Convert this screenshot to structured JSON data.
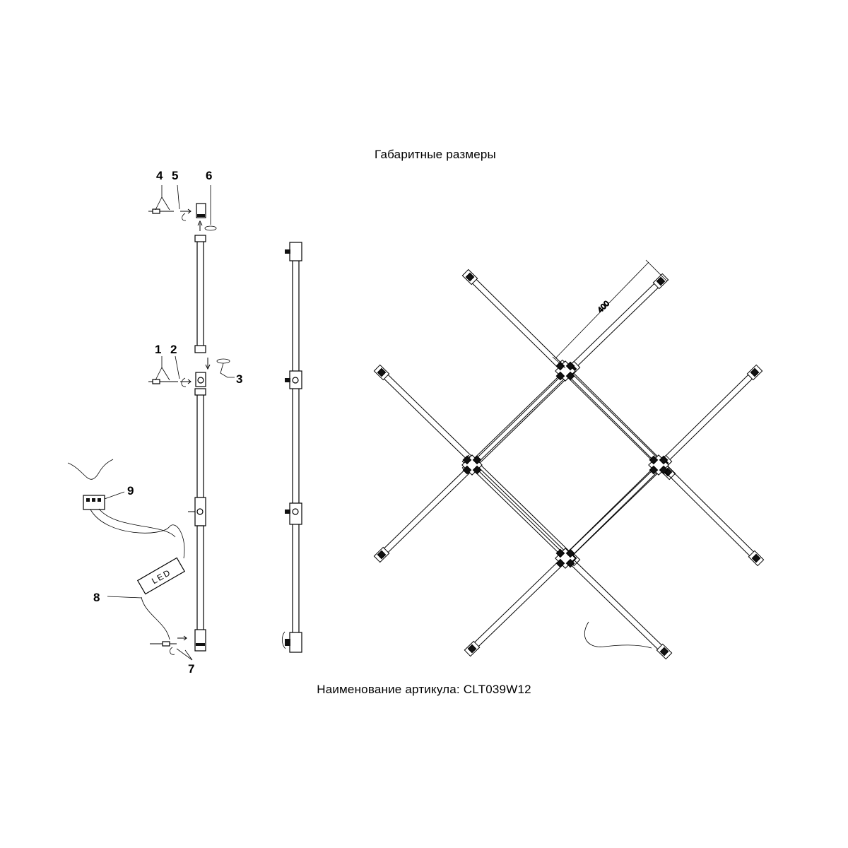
{
  "title": "Габаритные размеры",
  "article": "Наименование артикула: CLT039W12",
  "dimension": "400",
  "callouts": [
    "1",
    "2",
    "3",
    "4",
    "5",
    "6",
    "7",
    "8",
    "9"
  ],
  "driver_label": "LED"
}
